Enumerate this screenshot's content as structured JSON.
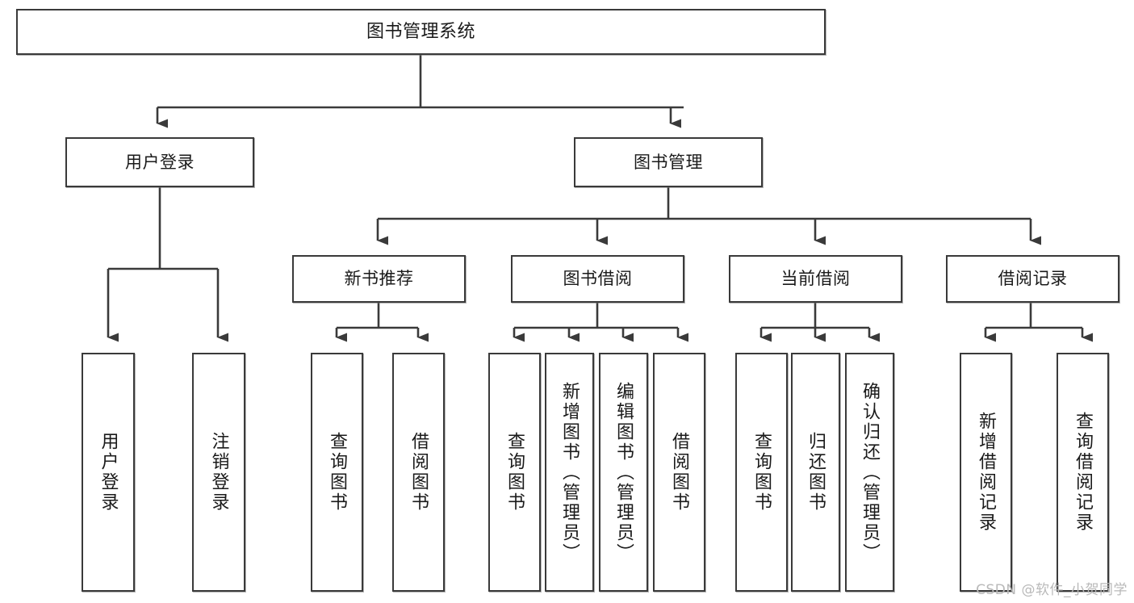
{
  "diagram": {
    "title": "图书管理系统",
    "type": "tree",
    "watermark": "CSDN @软件_小贺同学",
    "colors": {
      "box_border": "#3a3a3a",
      "box_fill": "#ffffff",
      "edge": "#3a3a3a",
      "text": "#1a1a1a",
      "watermark": "#b9b9b9"
    },
    "nodes": {
      "root": {
        "label": "图书管理系统"
      },
      "level2": [
        {
          "id": "user-login",
          "label": "用户登录"
        },
        {
          "id": "book-mgmt",
          "label": "图书管理"
        }
      ],
      "level3": [
        {
          "id": "new-book-recommend",
          "label": "新书推荐"
        },
        {
          "id": "book-borrow",
          "label": "图书借阅"
        },
        {
          "id": "current-borrow",
          "label": "当前借阅"
        },
        {
          "id": "borrow-record",
          "label": "借阅记录"
        }
      ],
      "leaves": [
        {
          "id": "leaf-user-login",
          "label": "用户登录",
          "parent": "user-login"
        },
        {
          "id": "leaf-user-logout",
          "label": "注销登录",
          "parent": "user-login"
        },
        {
          "id": "leaf-query-book-1",
          "label": "查询图书",
          "parent": "new-book-recommend"
        },
        {
          "id": "leaf-borrow-book-1",
          "label": "借阅图书",
          "parent": "new-book-recommend"
        },
        {
          "id": "leaf-query-book-2",
          "label": "查询图书",
          "parent": "book-borrow"
        },
        {
          "id": "leaf-add-book",
          "label": "新增图书（管理员）",
          "parent": "book-borrow"
        },
        {
          "id": "leaf-edit-book",
          "label": "编辑图书（管理员）",
          "parent": "book-borrow"
        },
        {
          "id": "leaf-borrow-book-2",
          "label": "借阅图书",
          "parent": "book-borrow"
        },
        {
          "id": "leaf-query-book-3",
          "label": "查询图书",
          "parent": "current-borrow"
        },
        {
          "id": "leaf-return-book",
          "label": "归还图书",
          "parent": "current-borrow"
        },
        {
          "id": "leaf-confirm-return",
          "label": "确认归还（管理员）",
          "parent": "current-borrow"
        },
        {
          "id": "leaf-add-record",
          "label": "新增借阅记录",
          "parent": "borrow-record"
        },
        {
          "id": "leaf-query-record",
          "label": "查询借阅记录",
          "parent": "borrow-record"
        }
      ]
    }
  }
}
